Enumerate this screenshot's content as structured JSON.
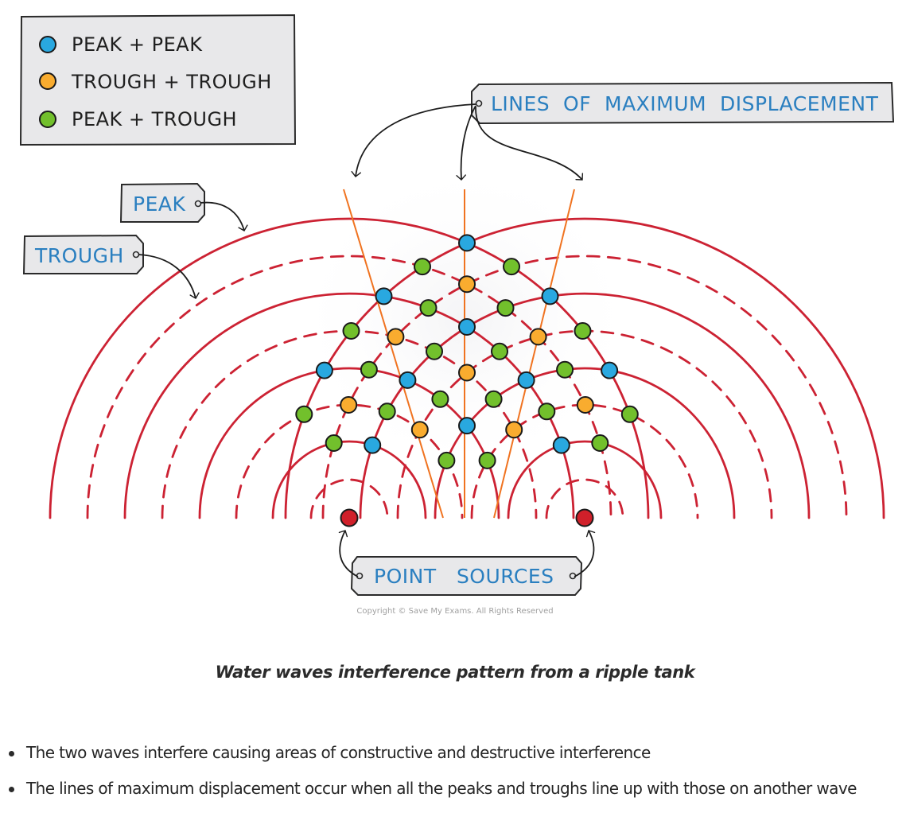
{
  "legend": {
    "items": [
      {
        "label": "PEAK + PEAK",
        "type": "peak-peak",
        "color": "#29a8e0"
      },
      {
        "label": "TROUGH + TROUGH",
        "type": "trough-trough",
        "color": "#f9ac2f"
      },
      {
        "label": "PEAK + TROUGH",
        "type": "peak-trough",
        "color": "#72c02c"
      }
    ]
  },
  "labels": {
    "lines_of_max_displacement": "LINES  OF  MAXIMUM  DISPLACEMENT",
    "peak": "PEAK",
    "trough": "TROUGH",
    "point_sources": "POINT   SOURCES",
    "copyright": "Copyright © Save My Exams. All Rights Reserved"
  },
  "diagram": {
    "sources": 2,
    "wave_color": "#cc2233",
    "max_line_color": "#f07320",
    "source_color": "#d0202a",
    "peak_wavefronts": 4,
    "trough_wavefronts": 4,
    "lines_of_max_displacement": 3
  },
  "caption": "Water waves interference pattern from a ripple tank",
  "bullets": [
    "The two waves interfere causing areas of constructive and destructive interference",
    "The lines of maximum displacement occur when all the peaks and troughs line up with those on another wave"
  ]
}
